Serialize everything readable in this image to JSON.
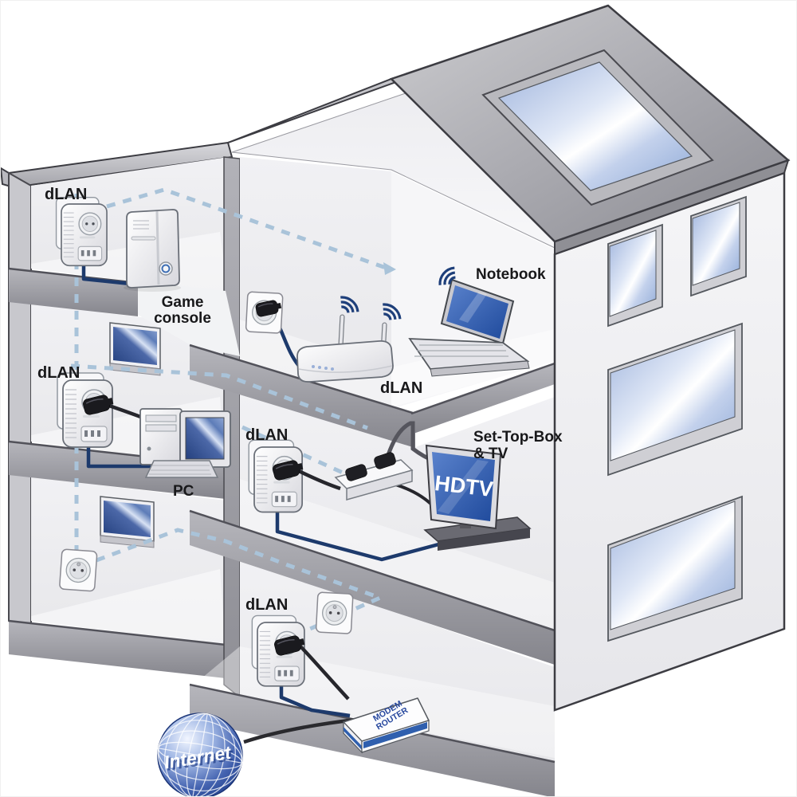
{
  "diagram": {
    "kind": "dLAN powerline home-network cutaway house illustration",
    "labels": {
      "attic_left_adapter": "dLAN",
      "attic_left_device": [
        "Game",
        "console"
      ],
      "middle_left_adapter": "dLAN",
      "middle_left_device": "PC",
      "attic_right_adapter": "dLAN",
      "attic_right_device": "Notebook",
      "tv_room_adapter": "dLAN",
      "tv_room_device": [
        "Set-Top-Box",
        "& TV"
      ],
      "tv_screen": "HDTV",
      "ground_adapter": "dLAN",
      "modem": [
        "MODEM",
        "ROUTER"
      ],
      "internet": "Internet"
    },
    "colors": {
      "cable_network_blue": "#1d3a6c",
      "cable_power_black": "#26262c",
      "powerline_dashed": "#a9c3d9",
      "wifi_arcs": "#1e3f7a",
      "structure_gray": "#9b9ba1",
      "screen_blue": "#2f5fae",
      "modem_stripe": "#2f5fae",
      "globe_blue": "#27479e",
      "label_text": "#18181a"
    }
  }
}
